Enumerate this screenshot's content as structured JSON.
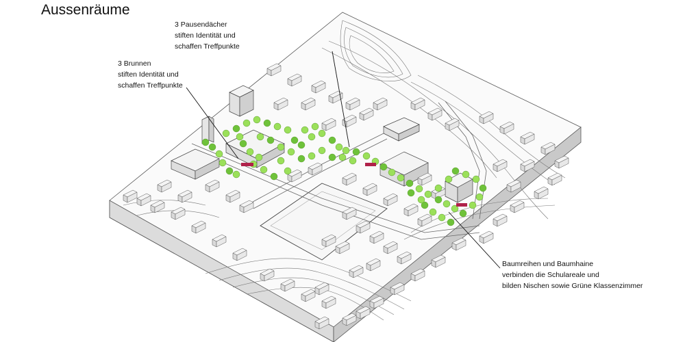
{
  "title": "Aussenräume",
  "annotations": [
    {
      "id": "pausendaecher",
      "lines": [
        "3 Pausendächer",
        "stiften Identität und",
        "schaffen Treffpunkte"
      ]
    },
    {
      "id": "brunnen",
      "lines": [
        "3 Brunnen",
        "stiften Identität und",
        "schaffen Treffpunkte"
      ]
    },
    {
      "id": "baumreihen",
      "lines": [
        "Baumreihen und Baumhaine",
        "verbinden die Schulareale und",
        "bilden Nischen sowie Grüne Klassenzimmer"
      ]
    }
  ],
  "colors": {
    "tree": "#9be05a",
    "tree_dark": "#6fc23a",
    "roof_accent": "#b0214a",
    "block_top": "#f4f4f4",
    "block_side": "#d9d9d9",
    "line": "#444444"
  }
}
